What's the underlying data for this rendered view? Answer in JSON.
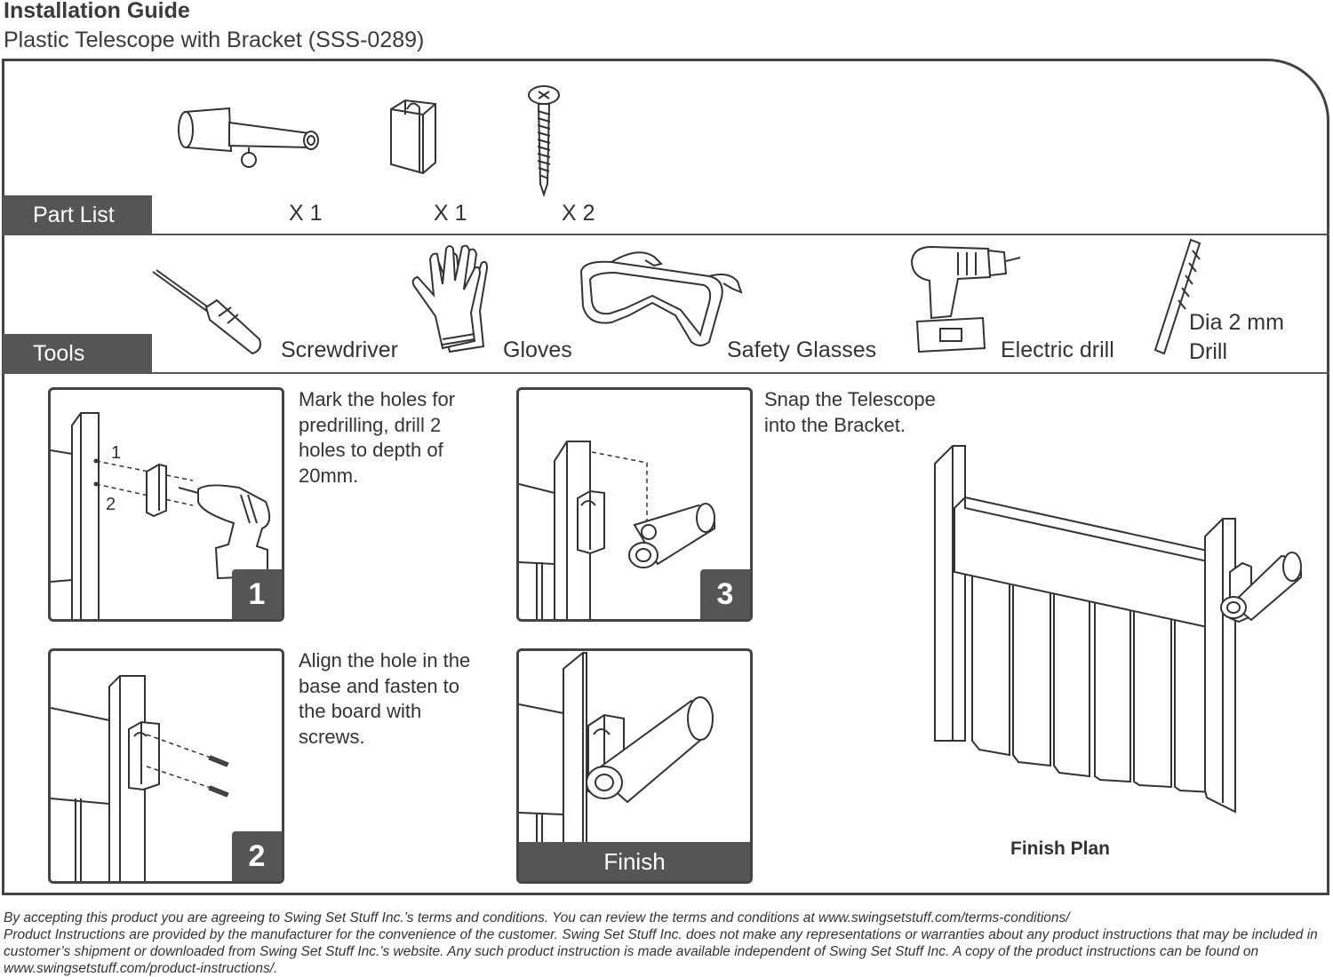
{
  "header": {
    "title": "Installation Guide",
    "subtitle": "Plastic Telescope with Bracket  (SSS-0289)"
  },
  "parts": {
    "tab_label": "Part List",
    "items": [
      {
        "icon": "telescope-icon",
        "qty": "X 1"
      },
      {
        "icon": "bracket-icon",
        "qty": "X 1"
      },
      {
        "icon": "screw-icon",
        "qty": "X 2"
      }
    ]
  },
  "tools": {
    "tab_label": "Tools",
    "items": [
      {
        "icon": "screwdriver-icon",
        "label": "Screwdriver"
      },
      {
        "icon": "gloves-icon",
        "label": "Gloves"
      },
      {
        "icon": "safety-glasses-icon",
        "label": "Safety Glasses"
      },
      {
        "icon": "electric-drill-icon",
        "label": "Electric drill"
      },
      {
        "icon": "drill-bit-icon",
        "label": "Dia 2 mm\nDrill"
      }
    ]
  },
  "steps": [
    {
      "number": "1",
      "text": "Mark the holes for\npredrilling, drill 2\nholes to depth of\n20mm.",
      "hole_labels": [
        "1",
        "2"
      ]
    },
    {
      "number": "2",
      "text": "Align the hole in the\nbase and fasten to\nthe board with\nscrews."
    },
    {
      "number": "3",
      "text": "Snap the Telescope\ninto the Bracket."
    }
  ],
  "finish": {
    "label": "Finish",
    "plan_label": "Finish Plan"
  },
  "footer": {
    "line1": "By accepting this product you are agreeing to Swing Set Stuff Inc.’s terms and conditions. You can review the terms and conditions at www.swingsetstuff.com/terms-conditions/",
    "line2": "Product Instructions are provided by the manufacturer for the convenience of the customer. Swing Set Stuff Inc. does not make any representations or warranties about any product instructions that may be included in customer’s shipment or downloaded from Swing Set Stuff Inc.’s website. Any such product instruction is made available independent of Swing Set Stuff Inc.  A copy of the product instructions can be found on www.swingsetstuff.com/product-instructions/."
  }
}
